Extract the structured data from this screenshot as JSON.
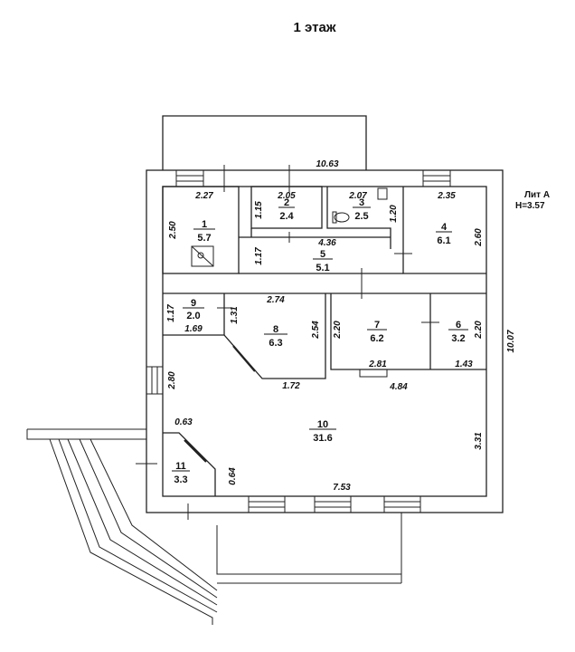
{
  "title": "1 этаж",
  "lit": "Лит А",
  "height": "H=3.57",
  "rooms": [
    {
      "id": "1",
      "num": "1",
      "area": "5.7"
    },
    {
      "id": "2",
      "num": "2",
      "area": "2.4"
    },
    {
      "id": "3",
      "num": "3",
      "area": "2.5"
    },
    {
      "id": "4",
      "num": "4",
      "area": "6.1"
    },
    {
      "id": "5",
      "num": "5",
      "area": "5.1"
    },
    {
      "id": "6",
      "num": "6",
      "area": "3.2"
    },
    {
      "id": "7",
      "num": "7",
      "area": "6.2"
    },
    {
      "id": "8",
      "num": "8",
      "area": "6.3"
    },
    {
      "id": "9",
      "num": "9",
      "area": "2.0"
    },
    {
      "id": "10",
      "num": "10",
      "area": "31.6"
    },
    {
      "id": "11",
      "num": "11",
      "area": "3.3"
    }
  ],
  "dims": {
    "top": "10.63",
    "right": "10.07",
    "r1_w": "2.27",
    "r1_h": "2.50",
    "r2_w": "2.05",
    "r2_h": "1.15",
    "r3_w": "2.07",
    "r3_h": "1.20",
    "r4_w": "2.35",
    "r4_h": "2.60",
    "r5_w": "4.36",
    "r5_h": "1.17",
    "r9_w": "1.69",
    "r9_h": "1.17",
    "r9_h2": "1.31",
    "r8_w": "2.74",
    "r8_h": "2.54",
    "r8_diag": "1.72",
    "r7_h": "2.20",
    "r7_w": "2.81",
    "r6_h": "2.20",
    "r6_w": "1.43",
    "r10_top": "4.84",
    "r10_left": "2.80",
    "r10_diag": "0.63",
    "r10_right": "3.31",
    "r10_bottom": "7.53",
    "r11_side": "0.64"
  }
}
